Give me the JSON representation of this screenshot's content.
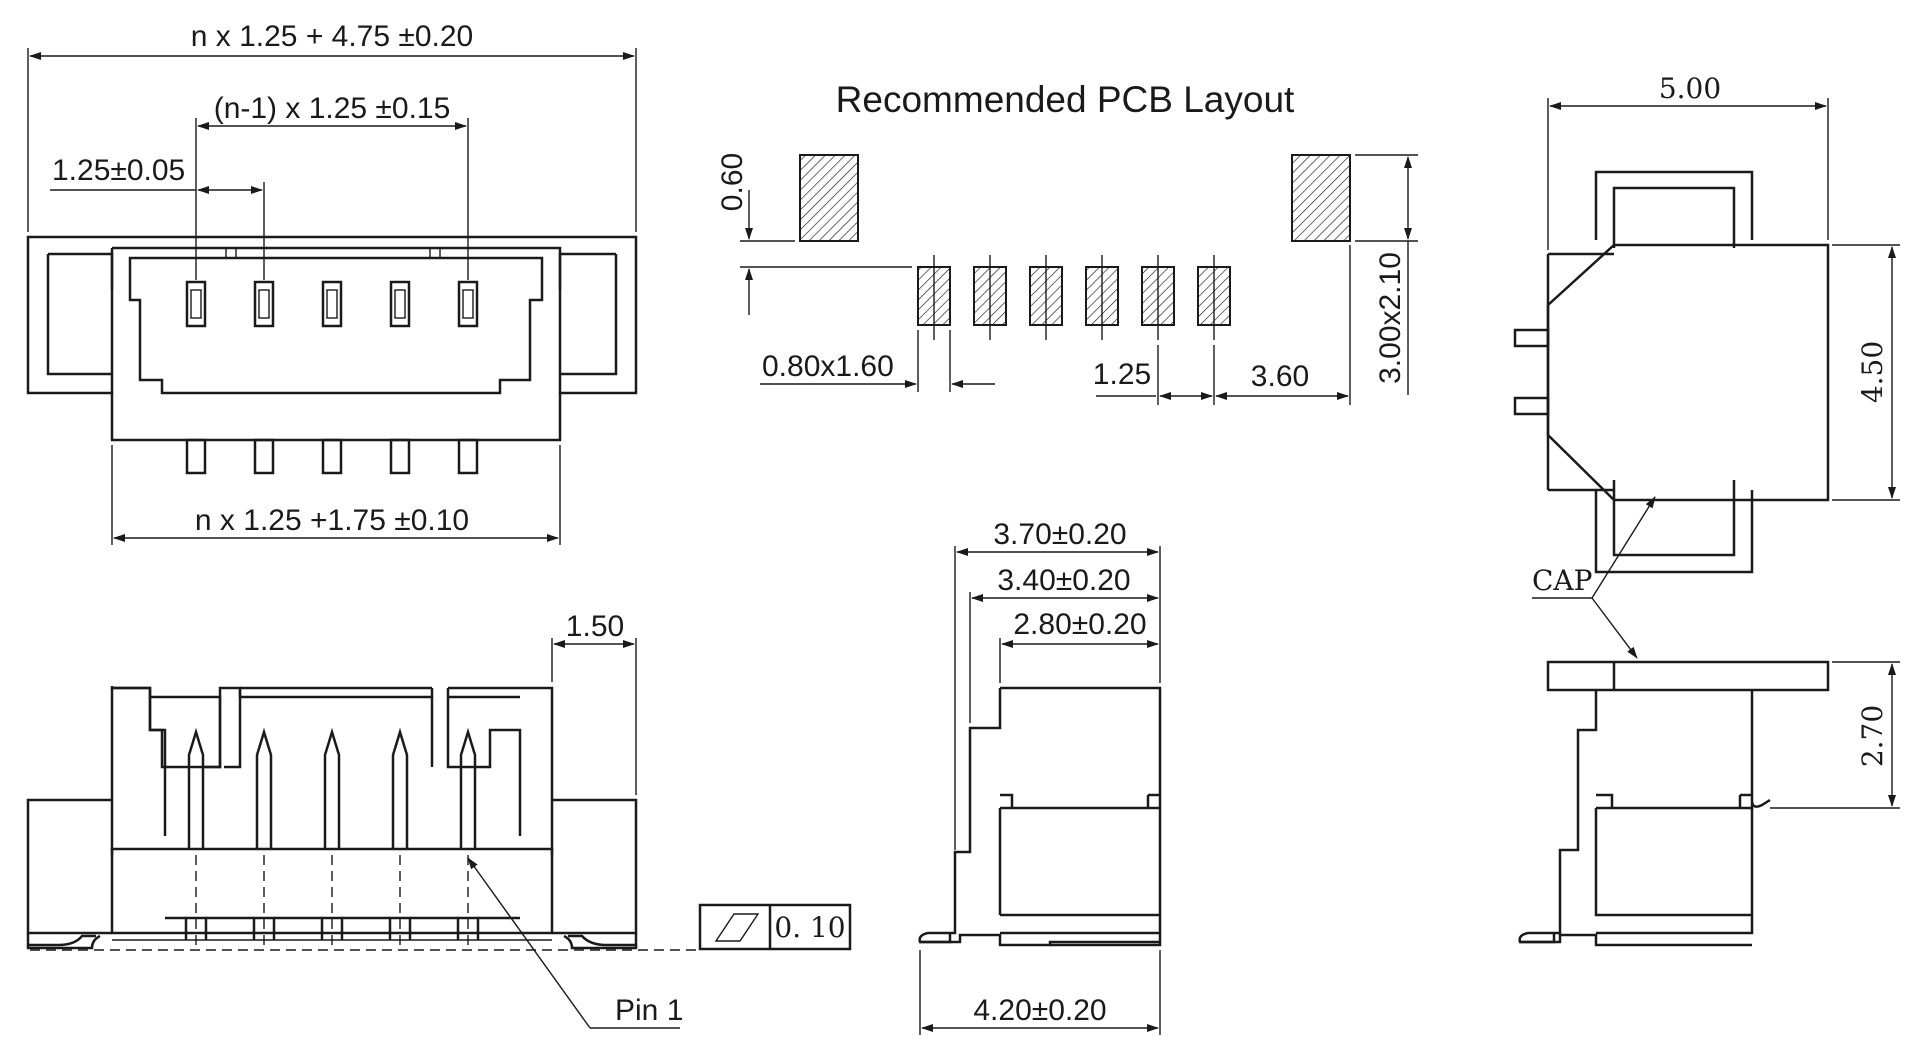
{
  "title": "Recommended PCB Layout",
  "dimensions": {
    "top_overall": "n x 1.25 + 4.75 ±0.20",
    "top_pitch_span": "(n-1) x 1.25 ±0.15",
    "top_pitch": "1.25±0.05",
    "top_body": "n x 1.25 +1.75 ±0.10",
    "pcb_pad_height": "0.60",
    "pcb_pad_size": "0.80x1.60",
    "pcb_pitch": "1.25",
    "pcb_offset": "3.60",
    "pcb_mount_pad": "3.00x2.10",
    "right_width": "5.00",
    "right_depth": "4.50",
    "right_height": "2.70",
    "side_a": "3.70±0.20",
    "side_b": "3.40±0.20",
    "side_c": "2.80±0.20",
    "side_bottom": "4.20±0.20",
    "front_flange": "1.50",
    "flatness": "0. 10"
  },
  "labels": {
    "pin1": "Pin 1",
    "cap": "CAP"
  }
}
